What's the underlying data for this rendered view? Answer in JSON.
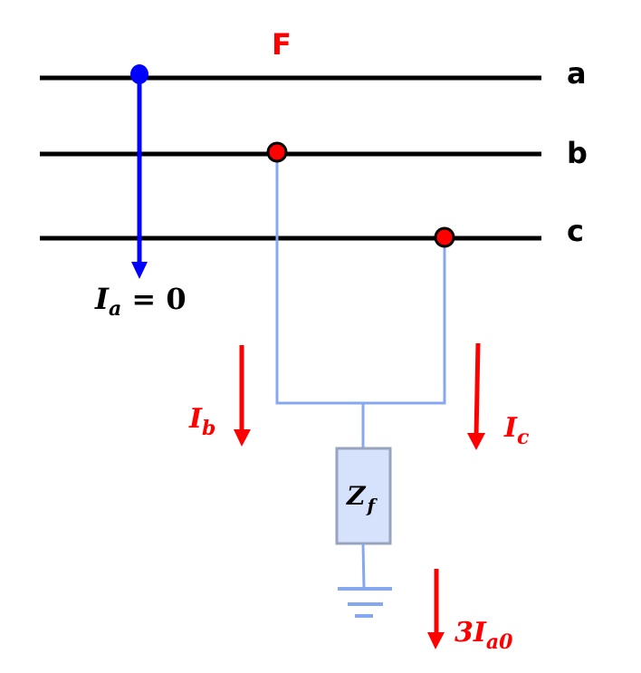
{
  "diagram": {
    "fault_label": "F",
    "phases": [
      {
        "id": "a",
        "label": "a"
      },
      {
        "id": "b",
        "label": "b"
      },
      {
        "id": "c",
        "label": "c"
      }
    ],
    "currents": {
      "ia": {
        "symbol": "I",
        "subscript": "a",
        "suffix": " = 0"
      },
      "ib": {
        "symbol": "I",
        "subscript": "b"
      },
      "ic": {
        "symbol": "I",
        "subscript": "c"
      },
      "i3a0": {
        "prefix": "3",
        "symbol": "I",
        "subscript": "a0"
      }
    },
    "impedance": {
      "symbol": "Z",
      "subscript": "f"
    },
    "colors": {
      "line": "#000000",
      "phase_a_current": "#0000ff",
      "fault_current": "#ff0000",
      "wire": "#86a8f0",
      "impedance_fill": "#d6e2fb",
      "impedance_border": "#98a4bd",
      "fault_dot": "#ff0000"
    }
  }
}
